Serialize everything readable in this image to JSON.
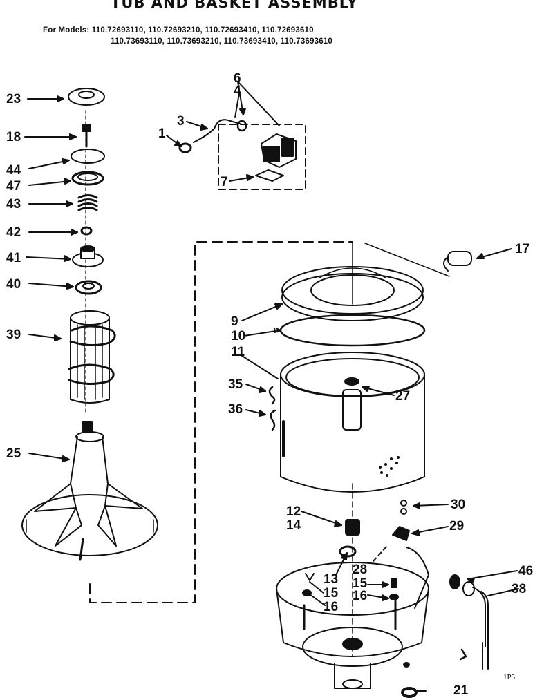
{
  "header": {
    "title": "TUB AND BASKET ASSEMBLY",
    "models_line1": "For Models: 110.72693110, 110.72693210, 110.72693410, 110.72693610",
    "models_line2": "110.73693110, 110.73693210, 110.73693410, 110.73693610"
  },
  "callouts": {
    "c23": "23",
    "c18": "18",
    "c44": "44",
    "c47": "47",
    "c43": "43",
    "c42": "42",
    "c41": "41",
    "c40": "40",
    "c39": "39",
    "c25": "25",
    "c6": "6",
    "c4": "4",
    "c3": "3",
    "c1": "1",
    "c7": "7",
    "c17": "17",
    "c9": "9",
    "c10": "10",
    "c11": "11",
    "c35": "35",
    "c36": "36",
    "c27": "27",
    "c30": "30",
    "c12": "12",
    "c14": "14",
    "c29": "29",
    "c28": "28",
    "c13": "13",
    "c15a": "15",
    "c15b": "15",
    "c16a": "16",
    "c16b": "16",
    "c46": "46",
    "c38": "38",
    "c21": "21"
  },
  "footer_code": "1P5"
}
